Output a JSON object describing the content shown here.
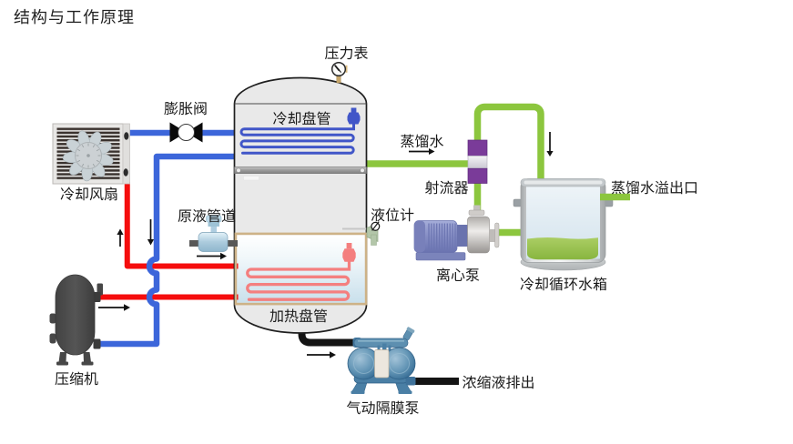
{
  "title": "结构与工作原理",
  "labels": {
    "pressure_gauge": "压力表",
    "cooling_coil": "冷却盘管",
    "expansion_valve": "膨胀阀",
    "cooling_fan": "冷却风扇",
    "raw_liquid_pipe": "原液管道",
    "distilled_water": "蒸馏水",
    "jet_ejector": "射流器",
    "level_gauge": "液位计",
    "distilled_water_overflow": "蒸馏水溢出口",
    "centrifugal_pump": "离心泵",
    "cooling_circulation_tank": "冷却循环水箱",
    "compressor": "压缩机",
    "heating_coil": "加热盘管",
    "pneumatic_diaphragm_pump": "气动隔膜泵",
    "concentrate_discharge": "浓缩液排出"
  },
  "colors": {
    "pipe_blue": "#3c66da",
    "pipe_red": "#f50d0d",
    "pipe_green": "#8cc63e",
    "pipe_black": "#141414",
    "coil_blue": "#4156c8",
    "coil_pink": "#f47f7f",
    "ejector_purple": "#7a3b99",
    "tank_fill": "#e9e9e9",
    "window_border": "#cdb287",
    "label_color": "#1a1a1a"
  }
}
